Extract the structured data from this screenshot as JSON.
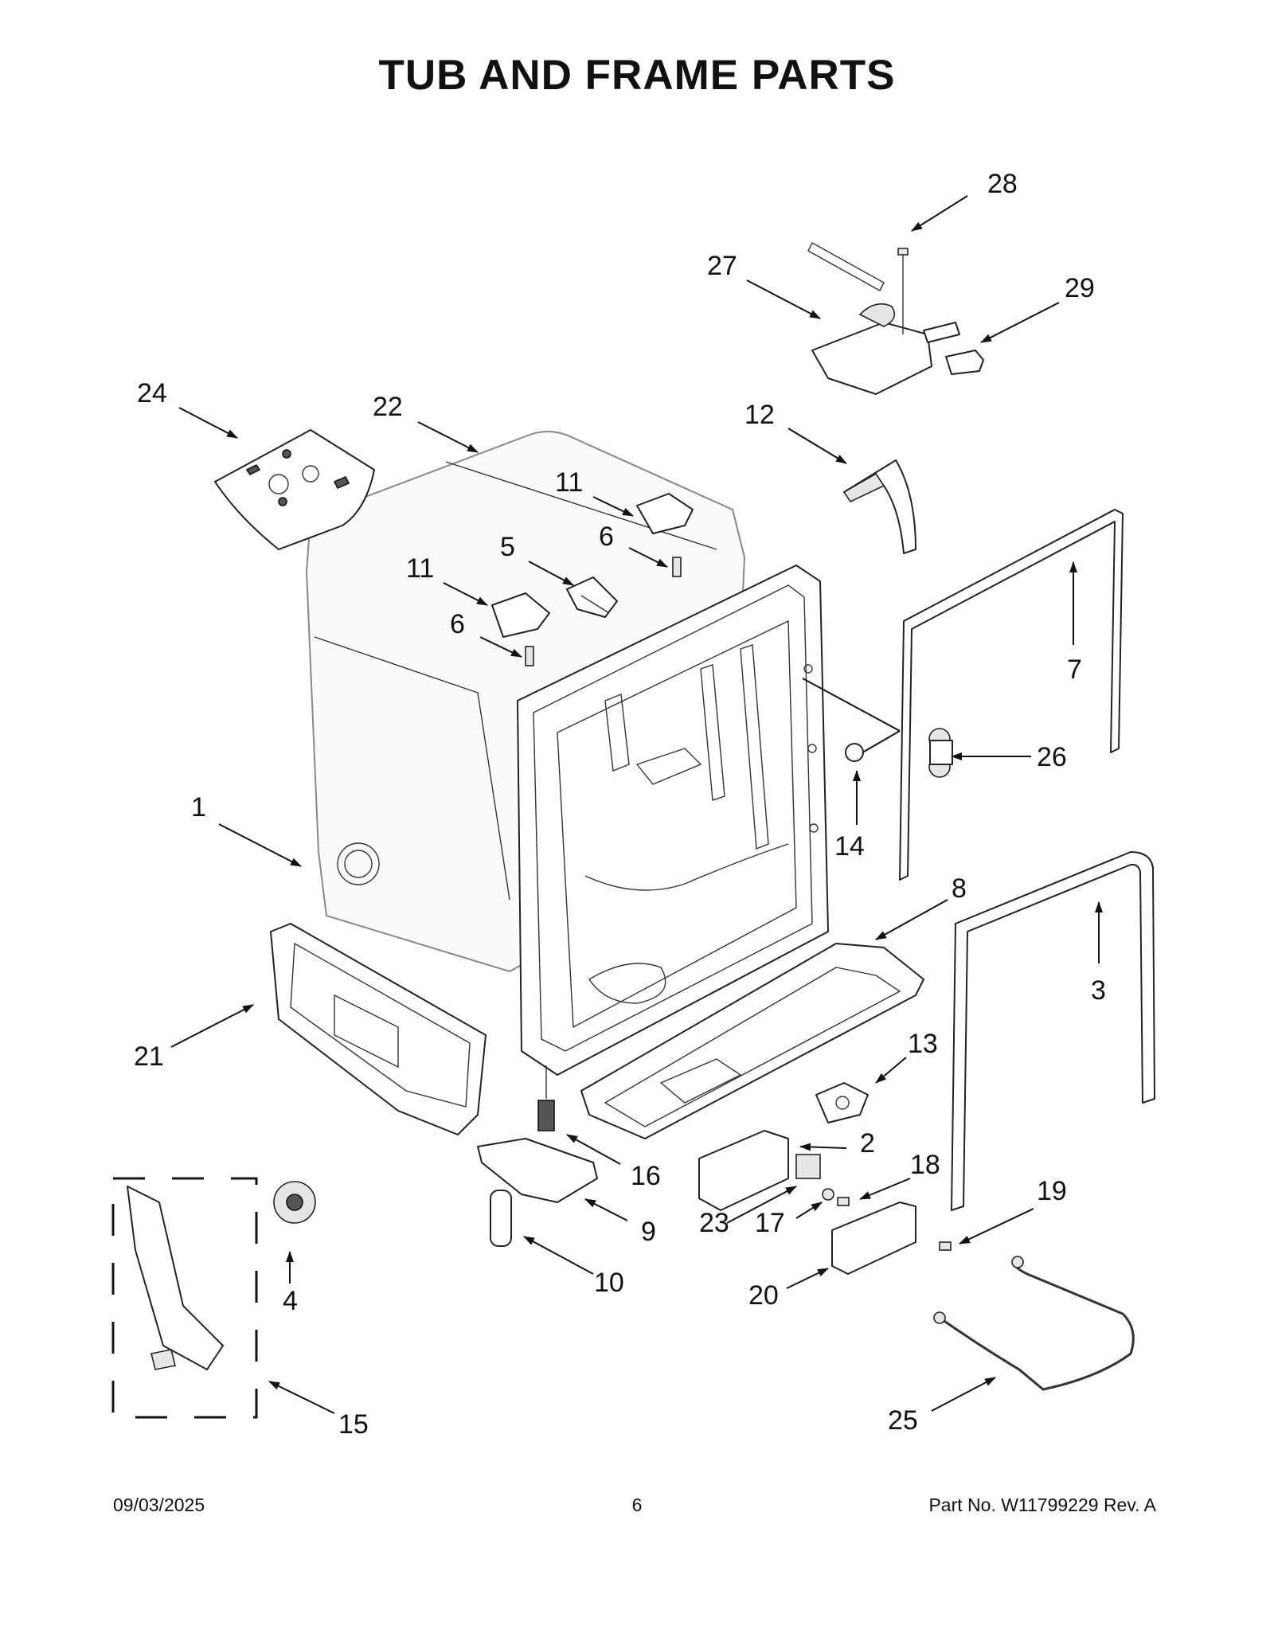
{
  "title": "TUB AND FRAME PARTS",
  "callouts": [
    "1",
    "2",
    "3",
    "4",
    "5",
    "6",
    "6",
    "7",
    "8",
    "9",
    "10",
    "11",
    "11",
    "12",
    "13",
    "14",
    "15",
    "16",
    "17",
    "18",
    "19",
    "20",
    "21",
    "22",
    "23",
    "24",
    "25",
    "26",
    "27",
    "28",
    "29"
  ],
  "footer": {
    "date": "09/03/2025",
    "page": "6",
    "part_number": "Part No.  W11799229  Rev.  A"
  }
}
